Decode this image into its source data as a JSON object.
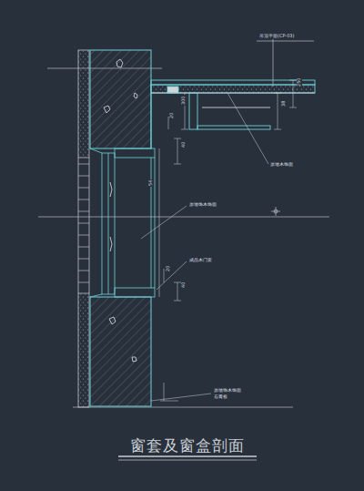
{
  "diagram": {
    "title": "窗套及窗盒剖面",
    "labels": [
      "吊顶平面(CP-03)",
      "250",
      "38",
      "300",
      "20",
      "原墙木饰面",
      "40",
      "54",
      "原墙饰木饰面",
      "成品木门套",
      "20",
      "40",
      "原墙饰木饰面",
      "石膏板"
    ]
  }
}
